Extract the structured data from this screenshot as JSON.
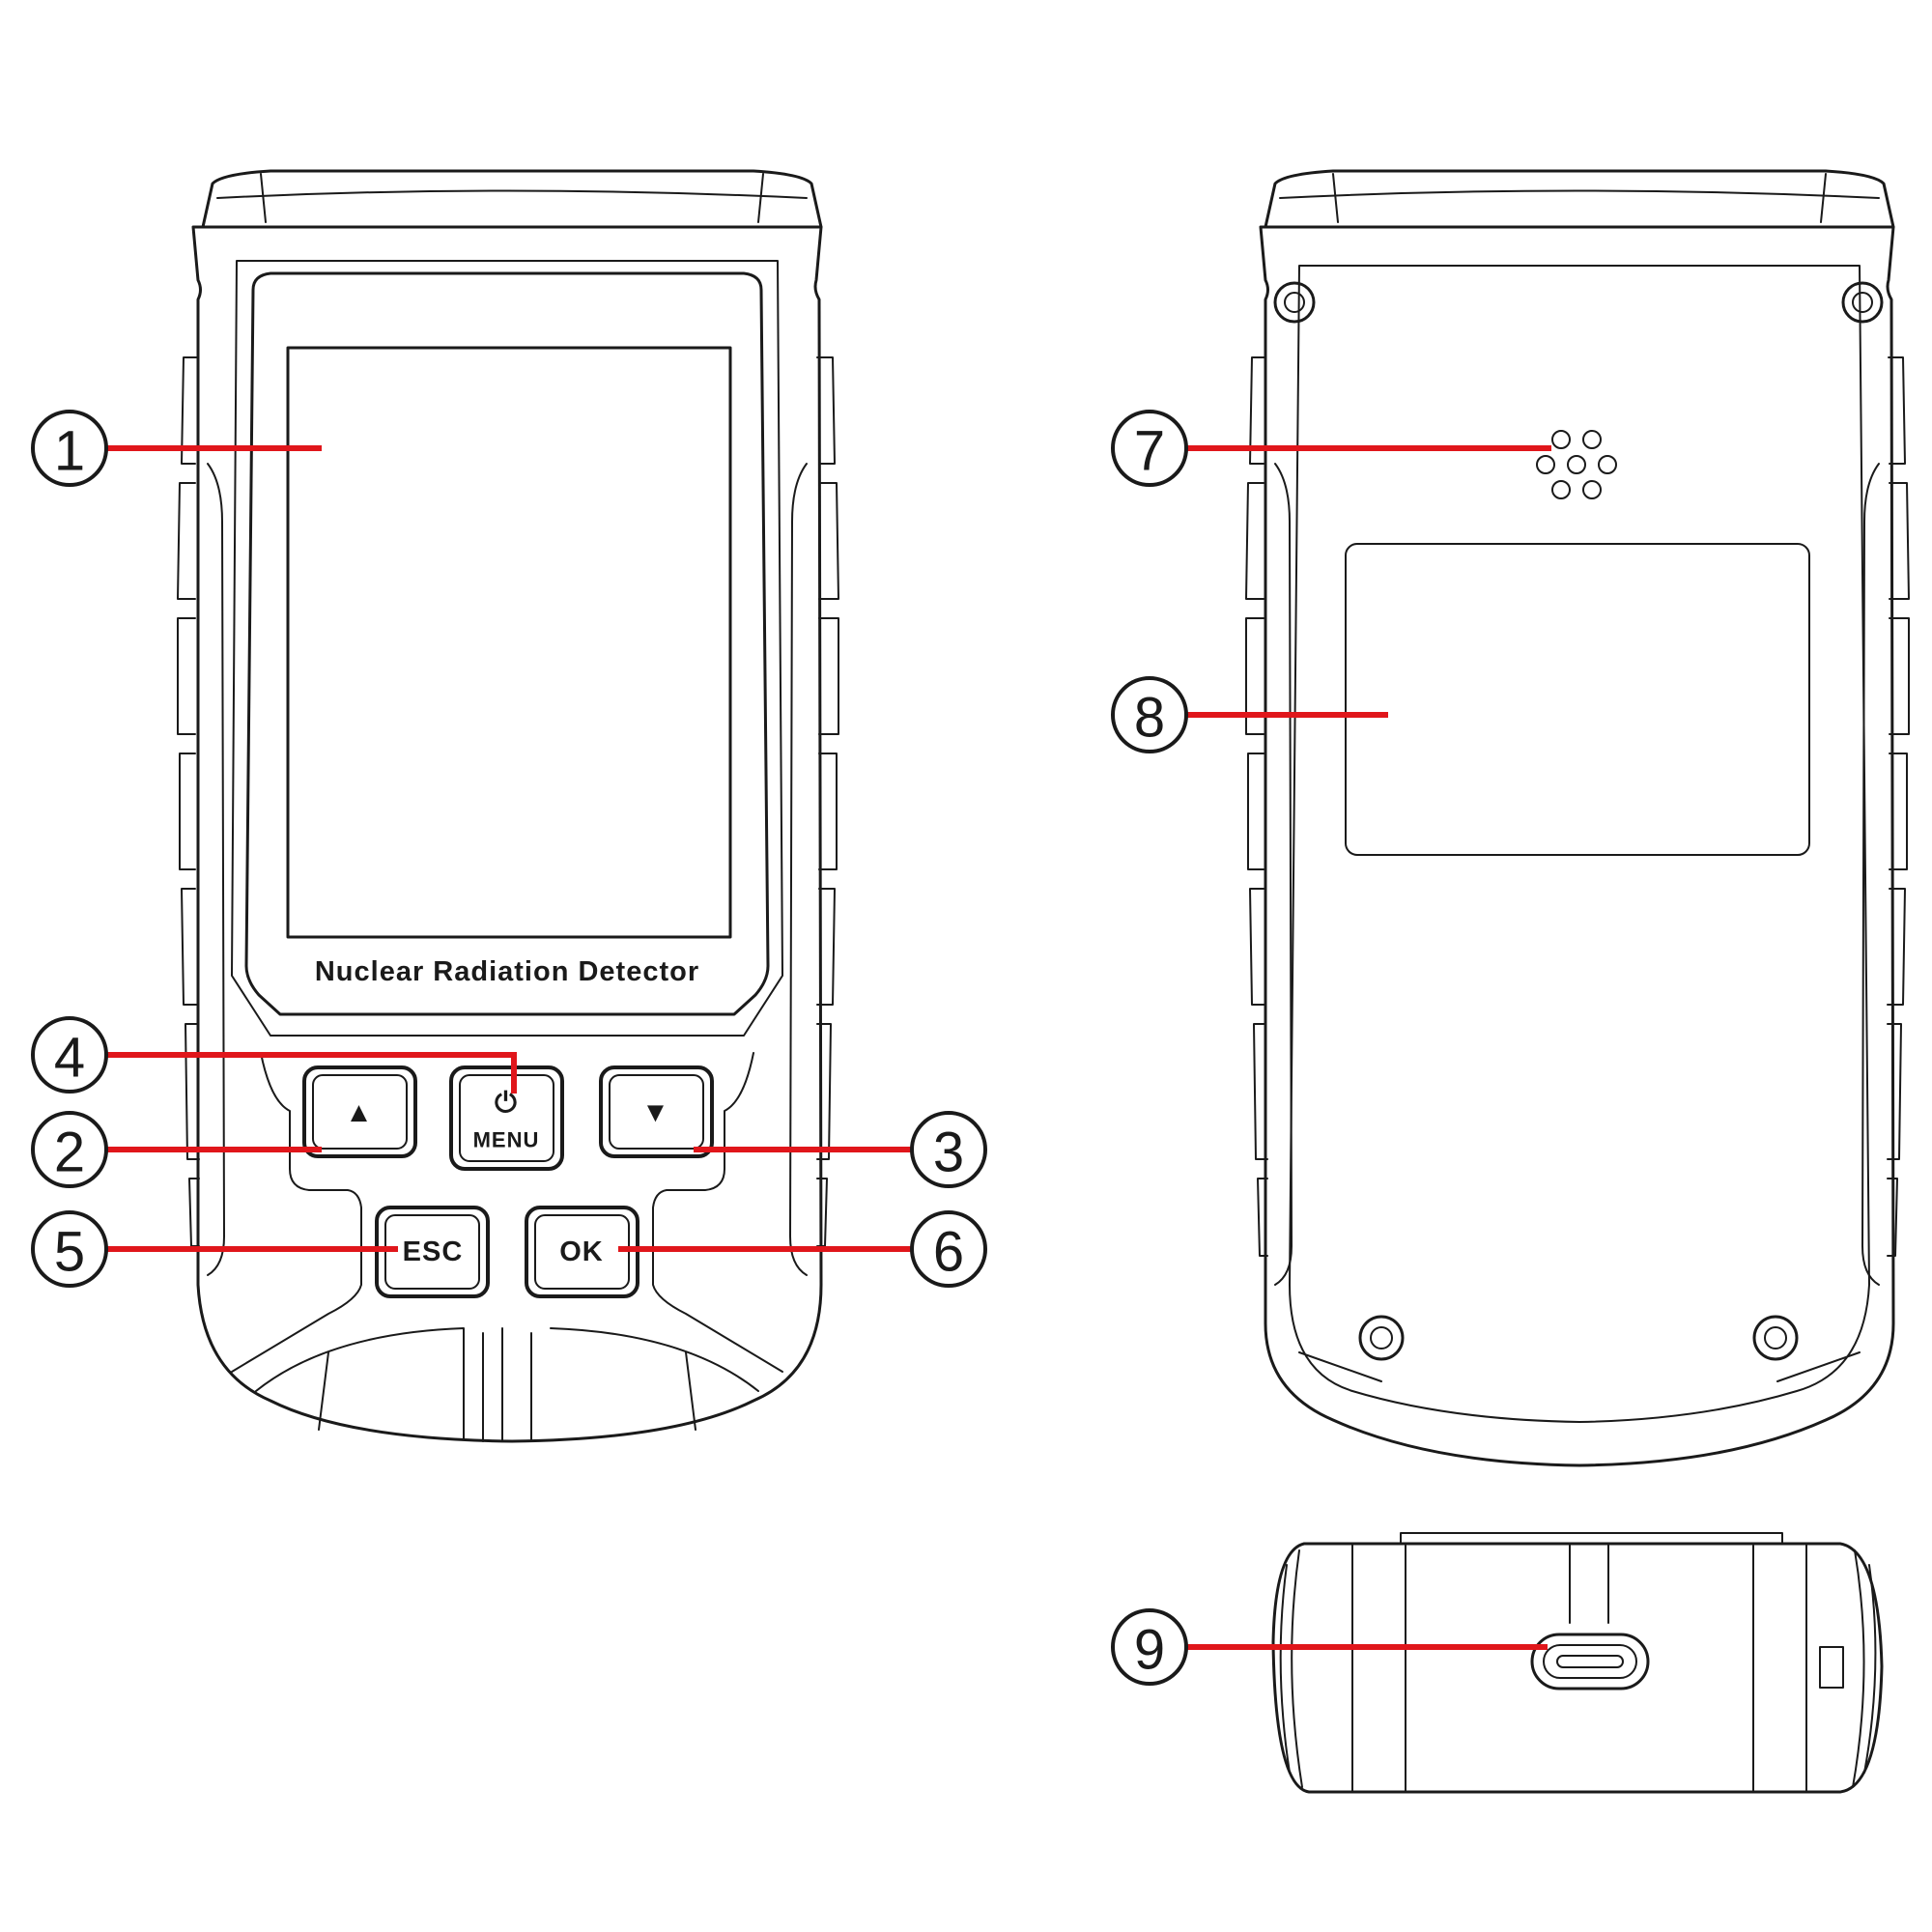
{
  "device": {
    "front_title": "Nuclear Radiation Detector",
    "buttons": {
      "up_symbol": "▲",
      "down_symbol": "▼",
      "menu_symbol": "⏻",
      "menu_label": "MENU",
      "esc_label": "ESC",
      "ok_label": "OK"
    }
  },
  "callouts": [
    "1",
    "2",
    "3",
    "4",
    "5",
    "6",
    "7",
    "8",
    "9"
  ],
  "colors": {
    "leader": "#e0161b",
    "outline": "#1a1a1a"
  }
}
